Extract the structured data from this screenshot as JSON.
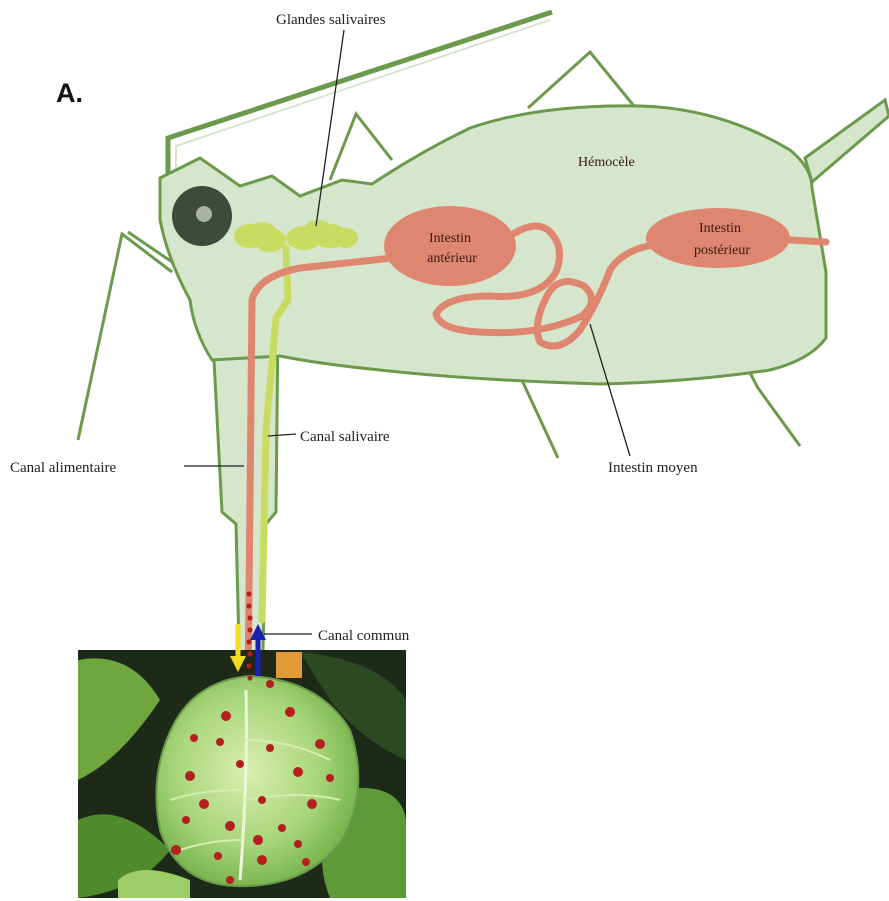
{
  "panel_label": "A.",
  "labels": {
    "salivary_glands": "Glandes salivaires",
    "hemocoel": "Hémocèle",
    "foregut_line1": "Intestin",
    "foregut_line2": "antérieur",
    "hindgut_line1": "Intestin",
    "hindgut_line2": "postérieur",
    "midgut": "Intestin moyen",
    "salivary_canal": "Canal salivaire",
    "food_canal": "Canal alimentaire",
    "common_canal": "Canal commun"
  },
  "colors": {
    "body_fill": "#d5e6cc",
    "body_outline": "#6c9a4c",
    "gut": "#df8670",
    "gut_dark": "#c96a55",
    "salivary": "#c9dc62",
    "eye": "#3d4a3c",
    "arrow_down": "#f1dc1e",
    "arrow_up": "#1a22b0",
    "particle": "#b51f1f"
  }
}
